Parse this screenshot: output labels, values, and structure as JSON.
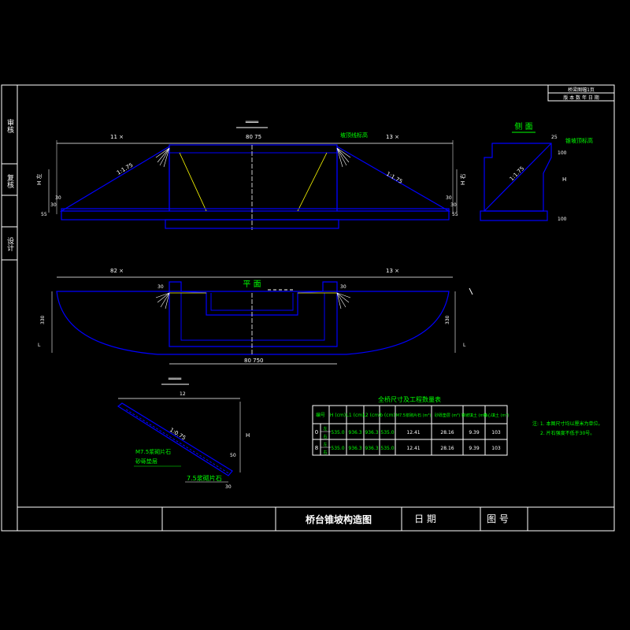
{
  "colors": {
    "background": "#000000",
    "frame": "#ffffff",
    "structure": "#0000ff",
    "yellow": "#ffff00",
    "text_white": "#ffffff",
    "text_green": "#00ff00"
  },
  "side_strip": [
    "审核",
    "复核",
    "设计"
  ],
  "top_right_box": [
    "桥梁图幅1页",
    "版 本 数 年 日 期"
  ],
  "elevation": {
    "top_mark": "═══",
    "dim_left": "11 ×",
    "dim_mid": "80 75",
    "dim_right": "13 ×",
    "slope_left": "1:1.75",
    "slope_right": "1:1.75",
    "callout": "坡顶线标高",
    "h_left": "H 左",
    "h_right": "H 右",
    "small_a": "30",
    "small_b": "30",
    "small_c": "55",
    "small_d": "30",
    "small_e": "30",
    "small_f": "55"
  },
  "side_view": {
    "title": "侧 面",
    "callout": "锥坡顶标高",
    "slope": "1:1.75",
    "h": "H",
    "dim_top": "25",
    "dim_mid": "100",
    "dim_bottom": "100"
  },
  "plan": {
    "title": "平 面",
    "dim_left": "82 ×",
    "dim_right": "13 ×",
    "dim_bottom": "80 750",
    "label_left": "330",
    "label_right": "330",
    "small_left": "30",
    "small_right": "30",
    "edge_l": "L",
    "edge_r": "L"
  },
  "detail": {
    "top_mark": "═══",
    "dim_top": "12",
    "slope": "1:0.75",
    "h": "H",
    "label_1": "M7.5浆砌片石",
    "label_2": "砂砾垫层",
    "label_3": "7.5浆砌片石",
    "dim_bottom": "30",
    "dim_right": "50"
  },
  "table": {
    "title": "全桥尺寸及工程数量表",
    "headers": [
      "编号",
      "H (cm)",
      "L1 (cm)",
      "L2 (cm)",
      "b (cm)",
      "M7.5浆砌片石 (m³)",
      "砂砾垫层 (m³)",
      "锥坡填土 (m³)",
      "锥心填土 (m³)"
    ],
    "rows": [
      {
        "id": "0",
        "sub": [
          "左",
          "右"
        ],
        "H": "535.0",
        "L1": "936.3",
        "L2": "936.3",
        "b": "535.0",
        "m1": "12.41",
        "m2": "28.16",
        "m3": "9.39",
        "m4": "103"
      },
      {
        "id": "8",
        "sub": [
          "左",
          "右"
        ],
        "H": "535.0",
        "L1": "936.3",
        "L2": "936.3",
        "b": "535.0",
        "m1": "12.41",
        "m2": "28.16",
        "m3": "9.39",
        "m4": "103"
      }
    ]
  },
  "notes": [
    "注: 1. 本图尺寸均以厘米为单位。",
    "2. 片石强度不低于30号。"
  ],
  "title_block": {
    "drawing_title": "桥台锥坡构造图",
    "date_label": "日 期",
    "drawing_no_label": "图 号"
  }
}
